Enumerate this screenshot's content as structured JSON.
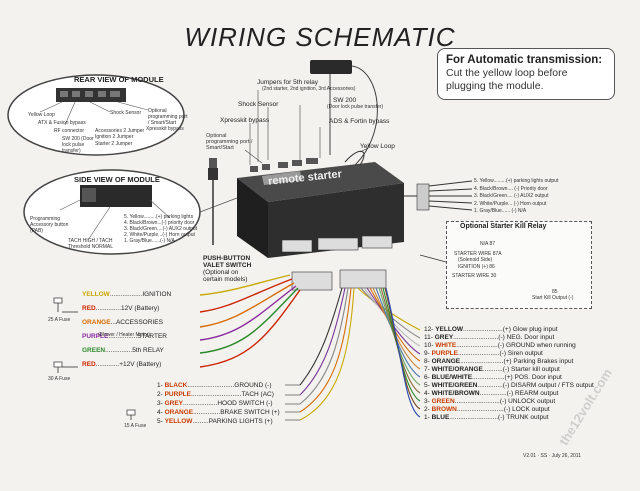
{
  "title": "WIRING SCHEMATIC",
  "note": {
    "heading": "For Automatic transmission:",
    "line1": "Cut the yellow loop before",
    "line2": "plugging the module."
  },
  "rear_view": {
    "title": "REAR VIEW OF MODULE",
    "labels": {
      "yellow_loop": "Yellow Loop",
      "atx_bypass": "ATX & Fusion bypass",
      "rf_connector": "RF connector",
      "shock_sensor": "Shock Sensor",
      "optional_prog": "Optional programming port / Smart/Start",
      "xpresskit": "Xpresskit bypass",
      "sw200": "SW 200 (Door lock pulse transfer)",
      "accessories": "Accessories 2 Jumper Ignition 2 Jumper",
      "starter2": "Starter 2 Jumper"
    }
  },
  "side_view": {
    "title": "SIDE VIEW OF MODULE",
    "prog_button": "Programming Accessory button (PAB)",
    "tach": "TACH HIGH / TACH Threshold NORMAL",
    "pins": [
      "5. Yellow.........(+) parking lights",
      "4. Black/Brown...(-) priority door",
      "3. Black/Green....(-) AUX2 output",
      "2. White/Purple...(-) Horn output",
      "1. Gray/Blue......(-) N/A"
    ]
  },
  "top_labels": {
    "jumpers_5th": "Jumpers for 5th relay",
    "jumpers_5th_sub": "(2nd starter, 2nd ignition, 3rd Accessories)",
    "shock": "Shock Sensor",
    "xpresskit": "Xpresskit bypass",
    "optional_prog": "Optional programming port / Smart/Start",
    "sw200": "SW 200",
    "sw200_sub": "(Door lock pulse transfer)",
    "ads": "ADS & Fortin bypass",
    "yellow_loop": "Yellow Loop"
  },
  "module_label": "remote starter",
  "push_button": {
    "line1": "PUSH-BUTTON",
    "line2": "VALET SWITCH",
    "line3": "(Optional on",
    "line4": "certain models)"
  },
  "right_connector": [
    "5. Yellow.........(+) parking lights output",
    "4. Black/Brown.... (-) Priority door",
    "3. Black/Green.... (-) AUX2 output",
    "2. White/Purple... (-) Horn output",
    "1. Gray/Blue...... (-) N/A"
  ],
  "relay": {
    "title": "Optional Starter Kill Relay",
    "n87": "N/A 87",
    "starter_wire": "STARTER WIRE 87A",
    "solenoid": "(Solenoid Side)",
    "ignition": "IGNITION (+) 86",
    "starter_30": "STARTER WIRE 30",
    "out": "85",
    "kill": "Start Kill Output (-)"
  },
  "left_wires": [
    {
      "color_name": "YELLOW",
      "color": "#c9a800",
      "desc": "..................IGNITION"
    },
    {
      "color_name": "RED",
      "color": "#cc2200",
      "desc": "..............12V (Battery)"
    },
    {
      "color_name": "ORANGE",
      "color": "#d66a00",
      "desc": "...ACCESSORIES"
    },
    {
      "color_name": "PURPLE",
      "color": "#8a2aa0",
      "desc": "................STARTER"
    },
    {
      "color_name": "GREEN",
      "color": "#2a8a2a",
      "desc": "...............5th RELAY"
    },
    {
      "color_name": "RED",
      "color": "#cc2200",
      "desc": ".............+12V (Battery)"
    }
  ],
  "left_subs": {
    "acc_sub": "(Blower / Heater Motor)",
    "fuse1": "25 A Fuse",
    "fuse2": "30 A Fuse",
    "fuse3": "15 A Fuse"
  },
  "bottom_left_wires": [
    {
      "num": "1-",
      "color_name": "BLACK",
      "color": "#c83a00",
      "desc": "..........................GROUND (-)"
    },
    {
      "num": "2-",
      "color_name": "PURPLE",
      "color": "#c83a00",
      "desc": "............................TACH (AC)"
    },
    {
      "num": "3-",
      "color_name": "GREY",
      "color": "#c83a00",
      "desc": "...................HOOD SWITCH (-)"
    },
    {
      "num": "4-",
      "color_name": "ORANGE",
      "color": "#c83a00",
      "desc": "...............BRAKE SWITCH (+)"
    },
    {
      "num": "5-",
      "color_name": "YELLOW",
      "color": "#c83a00",
      "desc": ".........PARKING LIGHTS (+)"
    }
  ],
  "right_wires": [
    {
      "num": "12-",
      "color_name": "YELLOW",
      "color": "#222",
      "desc": "......................(+) Glow plug input"
    },
    {
      "num": "11-",
      "color_name": "GREY",
      "color": "#222",
      "desc": ".........................(-) NEG. Door input"
    },
    {
      "num": "10-",
      "color_name": "WHITE",
      "color": "#c83a00",
      "desc": ".......................(-) GROUND when running"
    },
    {
      "num": "9-",
      "color_name": "PURPLE",
      "color": "#c83a00",
      "desc": ".......................(-) Siren output"
    },
    {
      "num": "8-",
      "color_name": "ORANGE",
      "color": "#222",
      "desc": "........................(+) Parking Brakes input"
    },
    {
      "num": "7-",
      "color_name": "WHITE/ORANGE",
      "color": "#222",
      "desc": "...........(-) Starter kill output"
    },
    {
      "num": "6-",
      "color_name": "BLUE/WHITE",
      "color": "#222",
      "desc": "..................(+) POS. Door input"
    },
    {
      "num": "5-",
      "color_name": "WHITE/GREEN",
      "color": "#222",
      "desc": "..............(-) DISARM output / FTS output"
    },
    {
      "num": "4-",
      "color_name": "WHITE/BROWN",
      "color": "#222",
      "desc": "...............(-) REARM output"
    },
    {
      "num": "3-",
      "color_name": "GREEN",
      "color": "#c83a00",
      "desc": ".........................(-) UNLOCK output"
    },
    {
      "num": "2-",
      "color_name": "BROWN",
      "color": "#c83a00",
      "desc": "..........................(-) LOCK output"
    },
    {
      "num": "1-",
      "color_name": "BLUE",
      "color": "#222",
      "desc": "...........................(-) TRUNK output"
    }
  ],
  "footer": "V2.01 · SS · July 26, 2011",
  "watermark": "the12volt.com"
}
